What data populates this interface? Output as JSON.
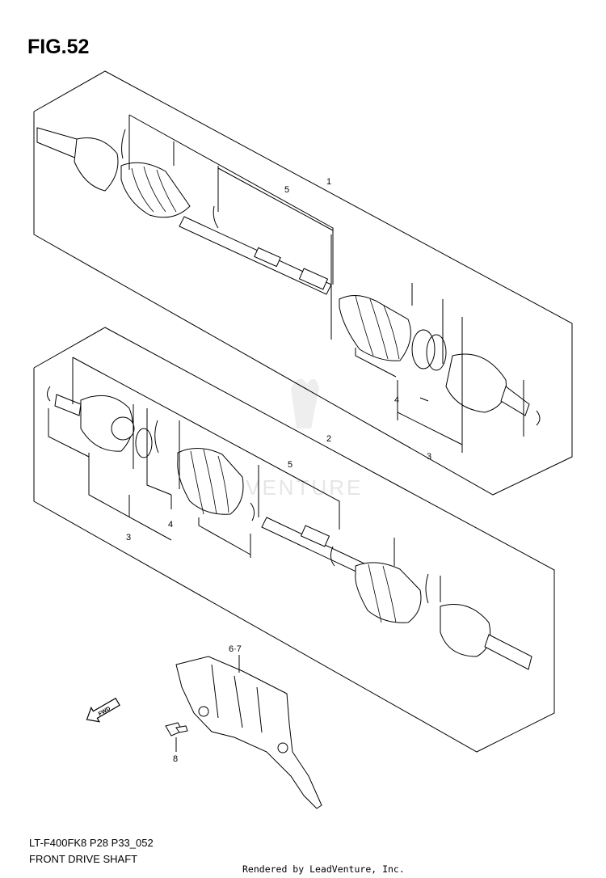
{
  "figure": {
    "title": "FIG.52",
    "code": "LT-F400FK8 P28 P33_052",
    "description": "FRONT DRIVE SHAFT",
    "rendered_by": "Rendered by LeadVenture, Inc."
  },
  "watermark": {
    "text": "ADVENTURE"
  },
  "fwd_label": "FWD",
  "callouts": {
    "upper": {
      "assembly": "1",
      "shaft": "5",
      "boot_set": "4",
      "joint_set": "3"
    },
    "lower": {
      "assembly": "2",
      "shaft": "5",
      "boot_set": "4",
      "joint_set": "3"
    },
    "guard": "6·7",
    "bolt": "8"
  }
}
